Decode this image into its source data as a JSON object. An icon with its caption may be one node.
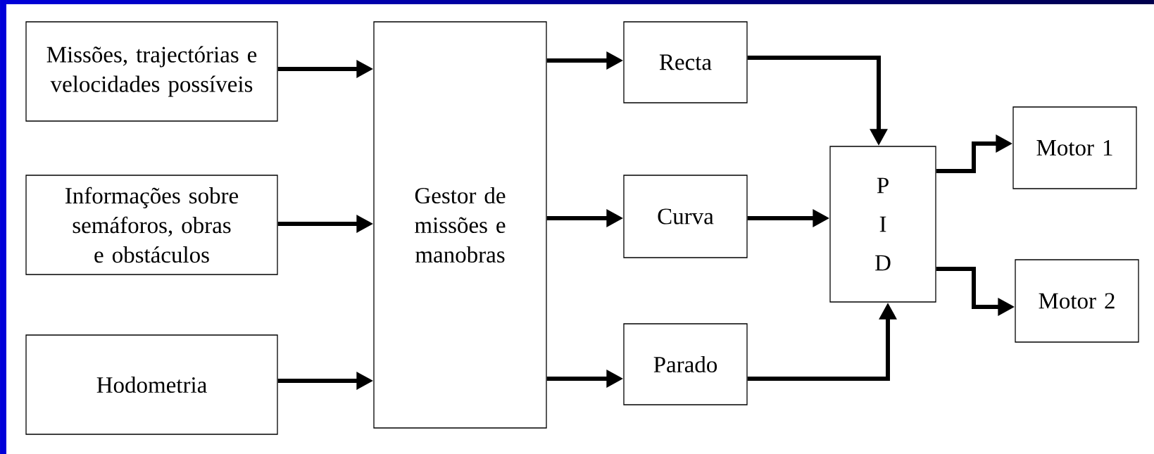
{
  "diagram": {
    "nodes": [
      {
        "text": [
          "Missões, trajectórias e velocidades possíveis"
        ]
      },
      {
        "text": [
          "Informações sobre semáforos, obras e obstáculos"
        ]
      },
      {
        "text": [
          "Hodometria"
        ]
      },
      {
        "text": [
          "Gestor de missões e manobras"
        ]
      },
      {
        "text": [
          "Recta"
        ]
      },
      {
        "text": [
          "Curva"
        ]
      },
      {
        "text": [
          "Parado"
        ]
      },
      {
        "text": [
          "P I D"
        ]
      },
      {
        "text": [
          "Motor 1"
        ]
      },
      {
        "text": [
          "Motor 2"
        ]
      }
    ],
    "edges": [
      {
        "from": 0,
        "to": 3,
        "arrow": "to"
      },
      {
        "from": 1,
        "to": 3,
        "arrow": "to"
      },
      {
        "from": 2,
        "to": 3,
        "arrow": "to"
      },
      {
        "from": 3,
        "to": 4,
        "arrow": "to"
      },
      {
        "from": 3,
        "to": 5,
        "arrow": "to"
      },
      {
        "from": 3,
        "to": 6,
        "arrow": "to"
      },
      {
        "from": 4,
        "to": 7,
        "arrow": "to"
      },
      {
        "from": 5,
        "to": 7,
        "arrow": "to"
      },
      {
        "from": 6,
        "to": 7,
        "arrow": "to"
      },
      {
        "from": 7,
        "to": 8,
        "arrow": "to"
      },
      {
        "from": 7,
        "to": 9,
        "arrow": "to"
      }
    ]
  }
}
